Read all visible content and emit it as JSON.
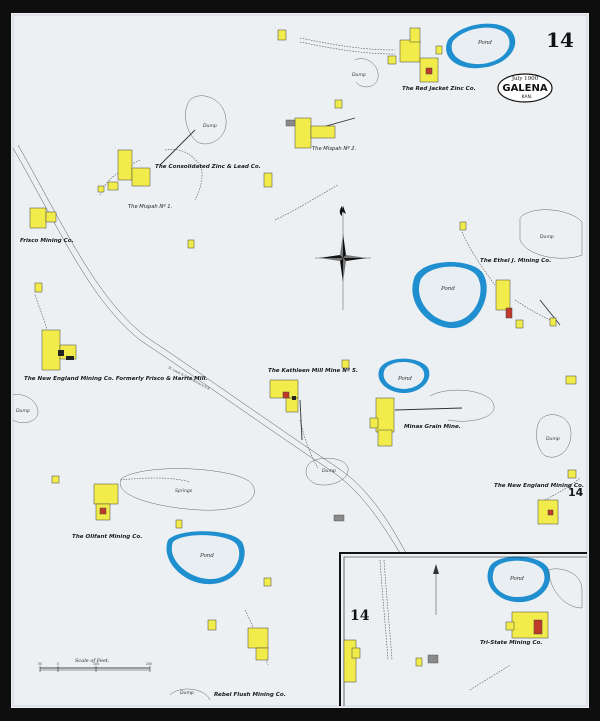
{
  "sheet": {
    "number": "14",
    "date": "July 1900",
    "town": "GALENA",
    "state": "KAN.",
    "inset_number": "14",
    "edge_number": "14"
  },
  "labels": {
    "red_jacket": "The Red Jacket Zinc Co.",
    "mispah_2": "The Mispah Nº 2.",
    "consolidated": "The Consolidated Zinc & Lead Co.",
    "mispah_1": "The Mispah Nº 1.",
    "frisco": "Frisco Mining Co.",
    "new_england_1": "The New England Mining Co. Formerly Frisco & Harris Mill.",
    "kathleen": "The Kathleen Mill Mine Nº 5.",
    "minas_grain": "Minas Grain Mine.",
    "ethel": "The Ethel J. Mining Co.",
    "olifant": "The Olifant Mining Co.",
    "new_england_2": "The New England Mining Co.",
    "rebel_flush": "Rebel Flush Mining Co.",
    "tri_state": "Tri-State Mining Co.",
    "railroad": "St. Louis & San Francisco R.R."
  },
  "features": {
    "pond": "Pond",
    "dump": "Dump",
    "springs": "Springs"
  },
  "scale": {
    "label": "Scale of Feet.",
    "ticks": [
      "50",
      "0",
      "100",
      "200"
    ]
  },
  "colors": {
    "paper": "#ecf0f3",
    "building": "#f2ec4a",
    "water": "#1f8fd0",
    "brick": "#c0392b",
    "frame_border": "#111111"
  }
}
